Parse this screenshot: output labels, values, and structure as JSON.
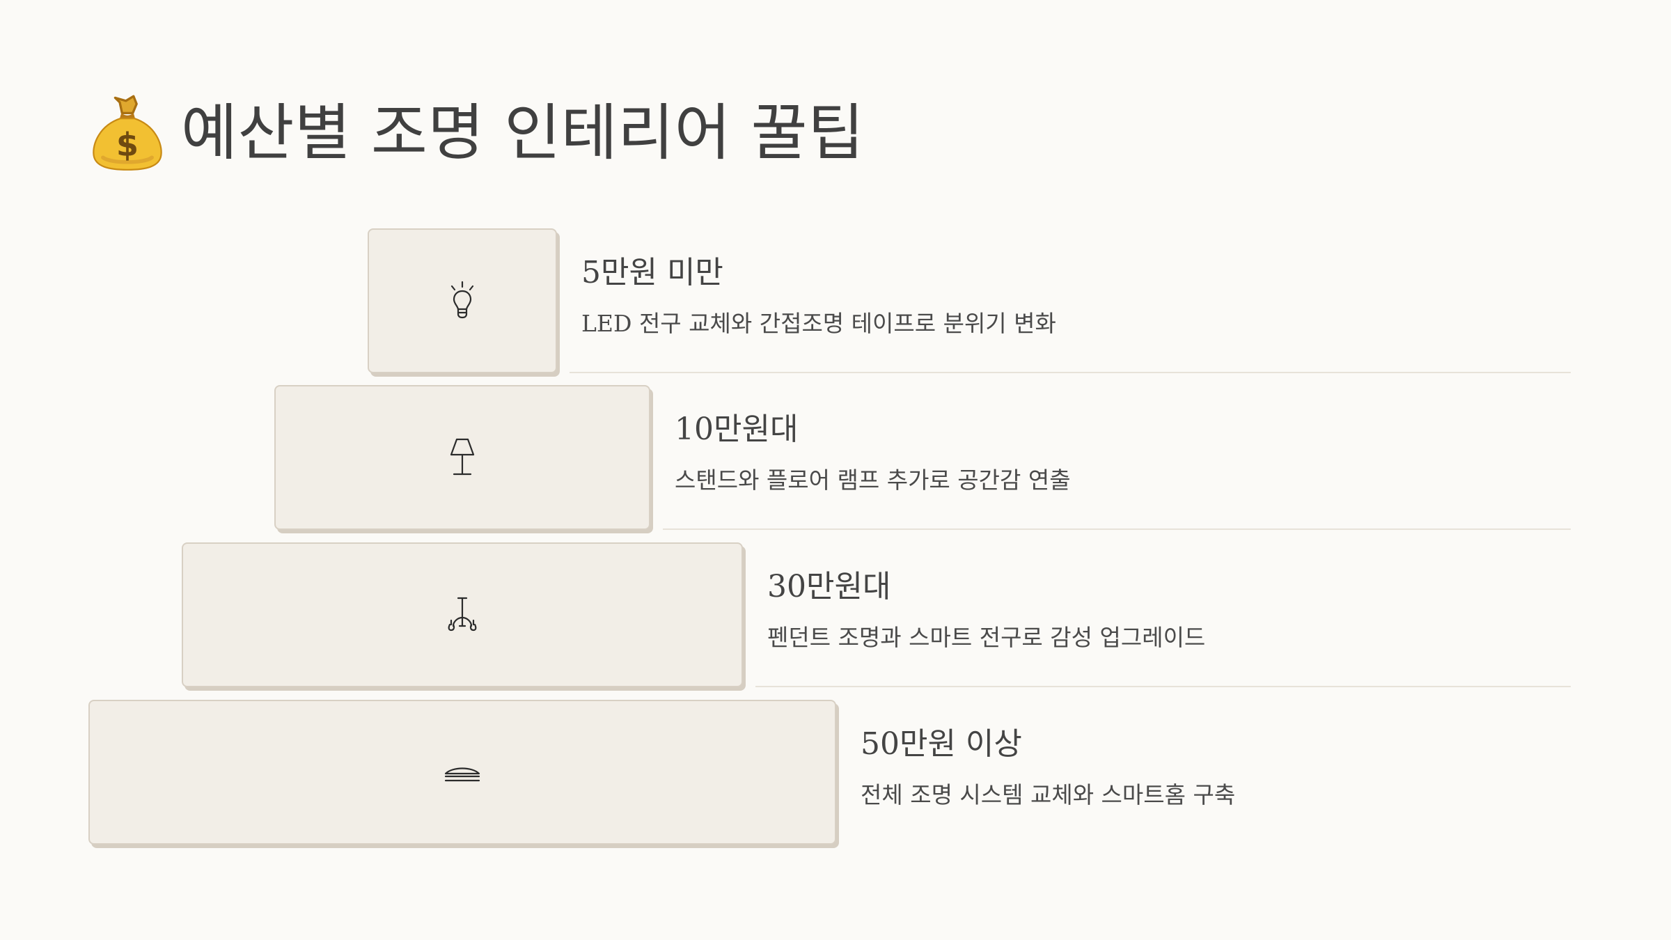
{
  "title": {
    "icon": "money-bag-icon",
    "text": "예산별 조명 인테리어 꿀팁"
  },
  "tiers": [
    {
      "icon": "lightbulb-icon",
      "heading": "5만원 미만",
      "description": "LED 전구 교체와 간접조명 테이프로 분위기 변화"
    },
    {
      "icon": "floor-lamp-icon",
      "heading": "10만원대",
      "description": "스탠드와 플로어 램프 추가로 공간감 연출"
    },
    {
      "icon": "chandelier-icon",
      "heading": "30만원대",
      "description": "펜던트 조명과 스마트 전구로 감성 업그레이드"
    },
    {
      "icon": "ceiling-light-icon",
      "heading": "50만원 이상",
      "description": "전체 조명 시스템 교체와 스마트홈 구축"
    }
  ],
  "colors": {
    "background": "#fbfaf7",
    "box": "#f2eee7",
    "box_border": "#d8d0c4",
    "text": "#404040",
    "divider": "#e7e2d9"
  }
}
